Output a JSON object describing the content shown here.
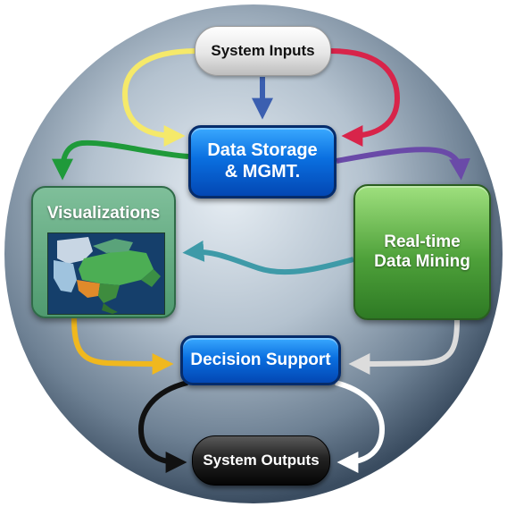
{
  "nodes": {
    "system_inputs": {
      "label": "System Inputs"
    },
    "data_storage": {
      "line1": "Data Storage",
      "line2": "& MGMT."
    },
    "visualizations": {
      "label": "Visualizations"
    },
    "realtime_mining": {
      "line1": "Real-time",
      "line2": "Data Mining"
    },
    "decision_support": {
      "label": "Decision Support"
    },
    "system_outputs": {
      "label": "System Outputs"
    }
  },
  "colors": {
    "arrow_inputs_left": "#f5e96a",
    "arrow_inputs_center": "#3b5fb0",
    "arrow_inputs_right": "#d8244a",
    "arrow_storage_to_visual": "#1f9a3a",
    "arrow_storage_to_mining": "#6a4aa8",
    "arrow_mining_to_visual": "#3e9aa8",
    "arrow_visual_to_decision": "#f0b81e",
    "arrow_mining_to_decision": "#dcdcdc",
    "arrow_decision_to_outputs_left": "#111111",
    "arrow_decision_to_outputs_right": "#ffffff",
    "sphere_light": "#e4ebf2",
    "sphere_dark": "#3a4c60"
  }
}
